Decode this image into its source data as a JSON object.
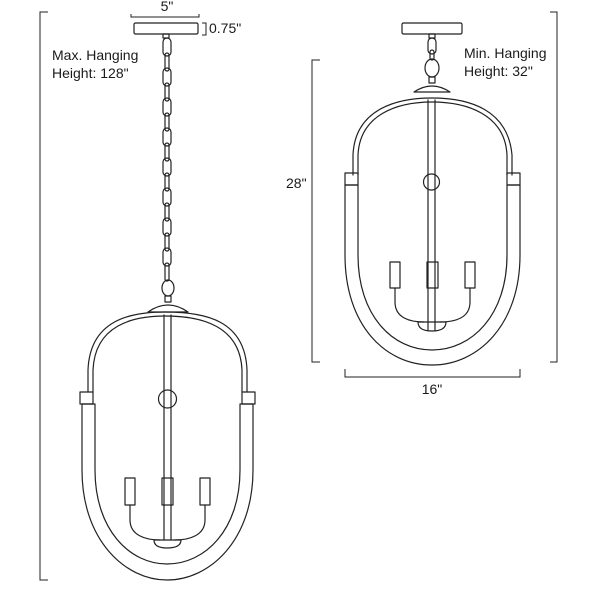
{
  "dimensions": {
    "canopy_width": "5\"",
    "canopy_height": "0.75\"",
    "max_hanging_line1": "Max. Hanging",
    "max_hanging_line2": "Height: 128\"",
    "min_hanging_line1": "Min. Hanging",
    "min_hanging_line2": "Height: 32\"",
    "fixture_height": "28\"",
    "fixture_width": "16\""
  }
}
